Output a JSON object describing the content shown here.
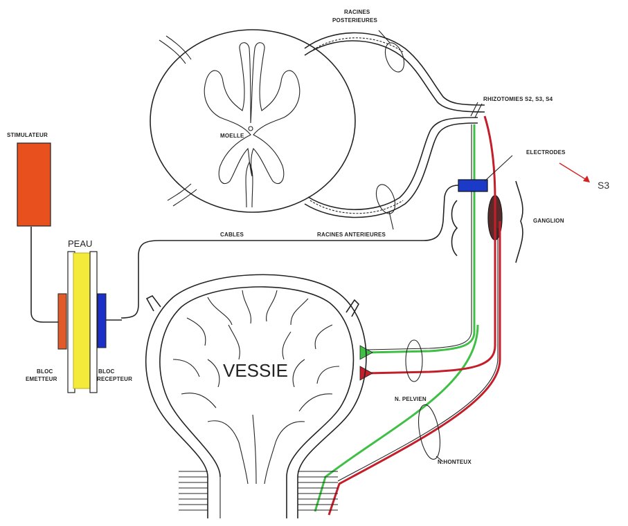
{
  "labels": {
    "racines_posterieures": [
      "RACINES",
      "POSTERIEURES"
    ],
    "rhizotomies": "RHIZOTOMIES S2, S3, S4",
    "stimulateur": "STIMULATEUR",
    "moelle": "MOELLE",
    "electrodes": "ELECTRODES",
    "s3": "S3",
    "ganglion": "GANGLION",
    "cables": "CABLES",
    "racines_anterieures": "RACINES ANTERIEURES",
    "peau": "PEAU",
    "vessie": "VESSIE",
    "bloc_emetteur": [
      "BLOC",
      "EMETTEUR"
    ],
    "bloc_recepteur": [
      "BLOC",
      "RECEPTEUR"
    ],
    "nerf_pelvien": "N. PELVIEN",
    "nerf_honteux": "N.HONTEUX"
  },
  "colors": {
    "stimulator": "#e8501e",
    "emitter_block": "#e05a2a",
    "skin": "#f3ea3a",
    "receiver_block": "#1c2fc6",
    "electrode": "#1c3ac8",
    "sensory_path": "#3fbf45",
    "motor_path": "#c41e2a",
    "arrow": "#d42222"
  }
}
